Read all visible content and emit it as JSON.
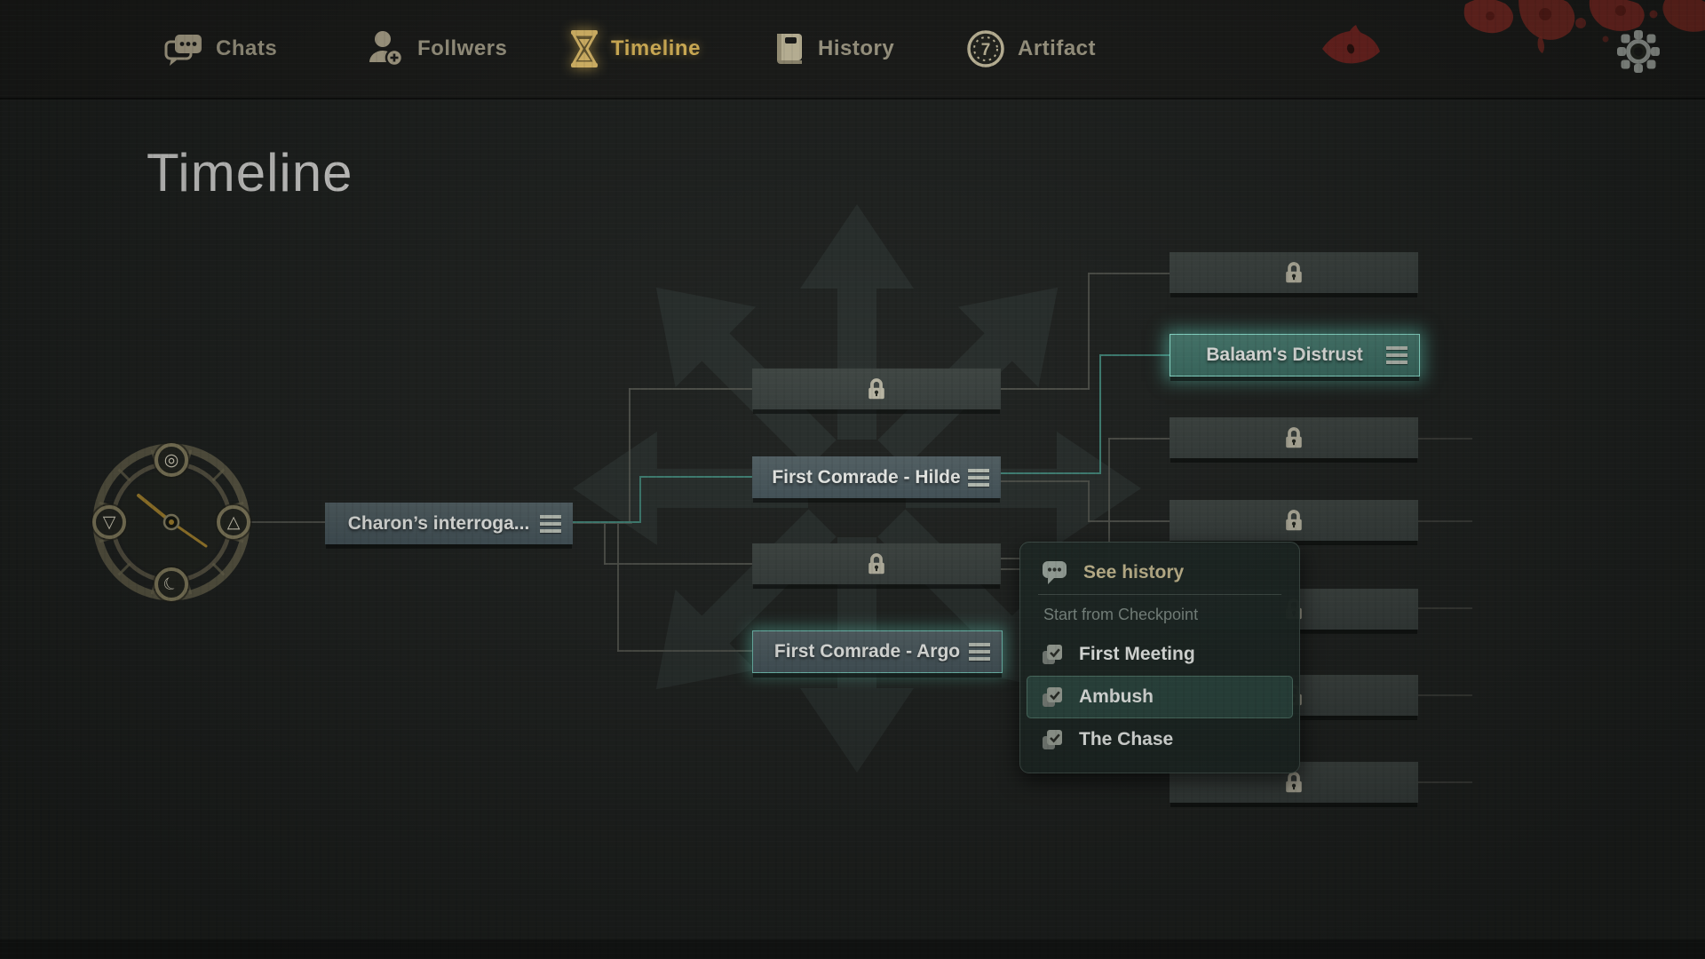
{
  "nav": {
    "items": [
      {
        "label": "Chats",
        "icon": "chat-bubbles"
      },
      {
        "label": "Follwers",
        "icon": "person-add"
      },
      {
        "label": "Timeline",
        "icon": "hourglass",
        "active": true
      },
      {
        "label": "History",
        "icon": "book"
      },
      {
        "label": "Artifact",
        "icon": "casino-chip",
        "badge": "7"
      }
    ]
  },
  "page": {
    "title": "Timeline"
  },
  "graph": {
    "nodes": [
      {
        "id": "charon",
        "label": "Charon’s interroga...",
        "type": "event"
      },
      {
        "id": "mid-locked-top",
        "type": "locked"
      },
      {
        "id": "hilde",
        "label": "First Comrade - Hilde",
        "type": "event"
      },
      {
        "id": "mid-locked-bottom",
        "type": "locked"
      },
      {
        "id": "argo",
        "label": "First Comrade - Argo",
        "type": "event",
        "highlighted": true
      },
      {
        "id": "right-locked-1",
        "type": "locked"
      },
      {
        "id": "balaam",
        "label": "Balaam's Distrust",
        "type": "event",
        "selected": true
      },
      {
        "id": "right-locked-2",
        "type": "locked"
      },
      {
        "id": "right-locked-3",
        "type": "locked"
      },
      {
        "id": "right-locked-4",
        "type": "locked"
      },
      {
        "id": "right-locked-5",
        "type": "locked"
      },
      {
        "id": "right-locked-6",
        "type": "locked"
      }
    ]
  },
  "context_menu": {
    "see_history": "See history",
    "section": "Start from Checkpoint",
    "checkpoints": [
      {
        "label": "First Meeting"
      },
      {
        "label": "Ambush",
        "selected": true
      },
      {
        "label": "The Chase"
      }
    ]
  },
  "compass": {
    "buttons": [
      "sun-symbol",
      "down-triangle",
      "up-triangle",
      "moon-symbol"
    ]
  },
  "colors": {
    "nav_active": "#e9c25e",
    "nav_text": "#aaa48e",
    "node_event": "#4a585d",
    "node_locked": "#3a413f",
    "highlight_teal": "#6fdbc6",
    "connector": "#50524b",
    "connector_active": "#3f8074",
    "menu_bg": "#1c2623",
    "blood": "#7c2a23"
  }
}
